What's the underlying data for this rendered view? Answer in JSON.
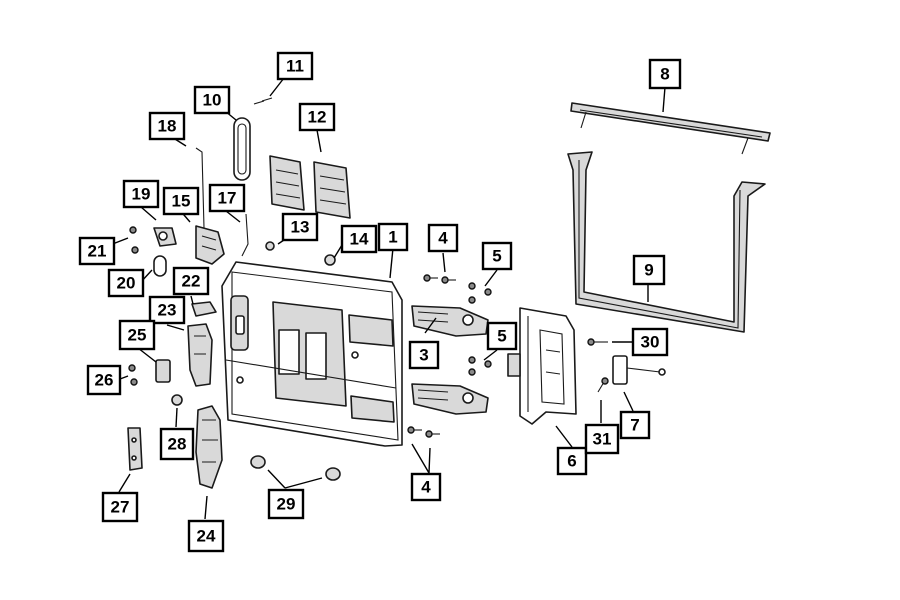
{
  "callouts": [
    {
      "id": "c1",
      "label": "1"
    },
    {
      "id": "c3",
      "label": "3"
    },
    {
      "id": "c4a",
      "label": "4"
    },
    {
      "id": "c4b",
      "label": "4"
    },
    {
      "id": "c5a",
      "label": "5"
    },
    {
      "id": "c5b",
      "label": "5"
    },
    {
      "id": "c6",
      "label": "6"
    },
    {
      "id": "c7",
      "label": "7"
    },
    {
      "id": "c8",
      "label": "8"
    },
    {
      "id": "c9",
      "label": "9"
    },
    {
      "id": "c10",
      "label": "10"
    },
    {
      "id": "c11",
      "label": "11"
    },
    {
      "id": "c12",
      "label": "12"
    },
    {
      "id": "c13",
      "label": "13"
    },
    {
      "id": "c14",
      "label": "14"
    },
    {
      "id": "c15",
      "label": "15"
    },
    {
      "id": "c17",
      "label": "17"
    },
    {
      "id": "c18",
      "label": "18"
    },
    {
      "id": "c19",
      "label": "19"
    },
    {
      "id": "c20",
      "label": "20"
    },
    {
      "id": "c21",
      "label": "21"
    },
    {
      "id": "c22",
      "label": "22"
    },
    {
      "id": "c23",
      "label": "23"
    },
    {
      "id": "c24",
      "label": "24"
    },
    {
      "id": "c25",
      "label": "25"
    },
    {
      "id": "c26",
      "label": "26"
    },
    {
      "id": "c27",
      "label": "27"
    },
    {
      "id": "c28",
      "label": "28"
    },
    {
      "id": "c29",
      "label": "29"
    },
    {
      "id": "c30",
      "label": "30"
    },
    {
      "id": "c31",
      "label": "31"
    }
  ]
}
